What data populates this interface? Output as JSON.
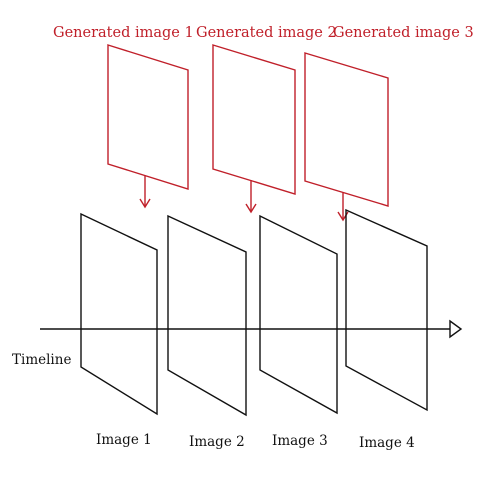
{
  "colors": {
    "generated": "#c0202a",
    "original": "#111111"
  },
  "timeline": {
    "label": "Timeline"
  },
  "generated_images": [
    {
      "label": "Generated image 1"
    },
    {
      "label": "Generated image 2"
    },
    {
      "label": "Generated image 3"
    }
  ],
  "images": [
    {
      "label": "Image 1"
    },
    {
      "label": "Image 2"
    },
    {
      "label": "Image 3"
    },
    {
      "label": "Image 4"
    }
  ],
  "icons": {
    "timeline_arrow": "open-triangle-arrowhead-icon",
    "connector_arrow": "arrow-down-icon"
  }
}
